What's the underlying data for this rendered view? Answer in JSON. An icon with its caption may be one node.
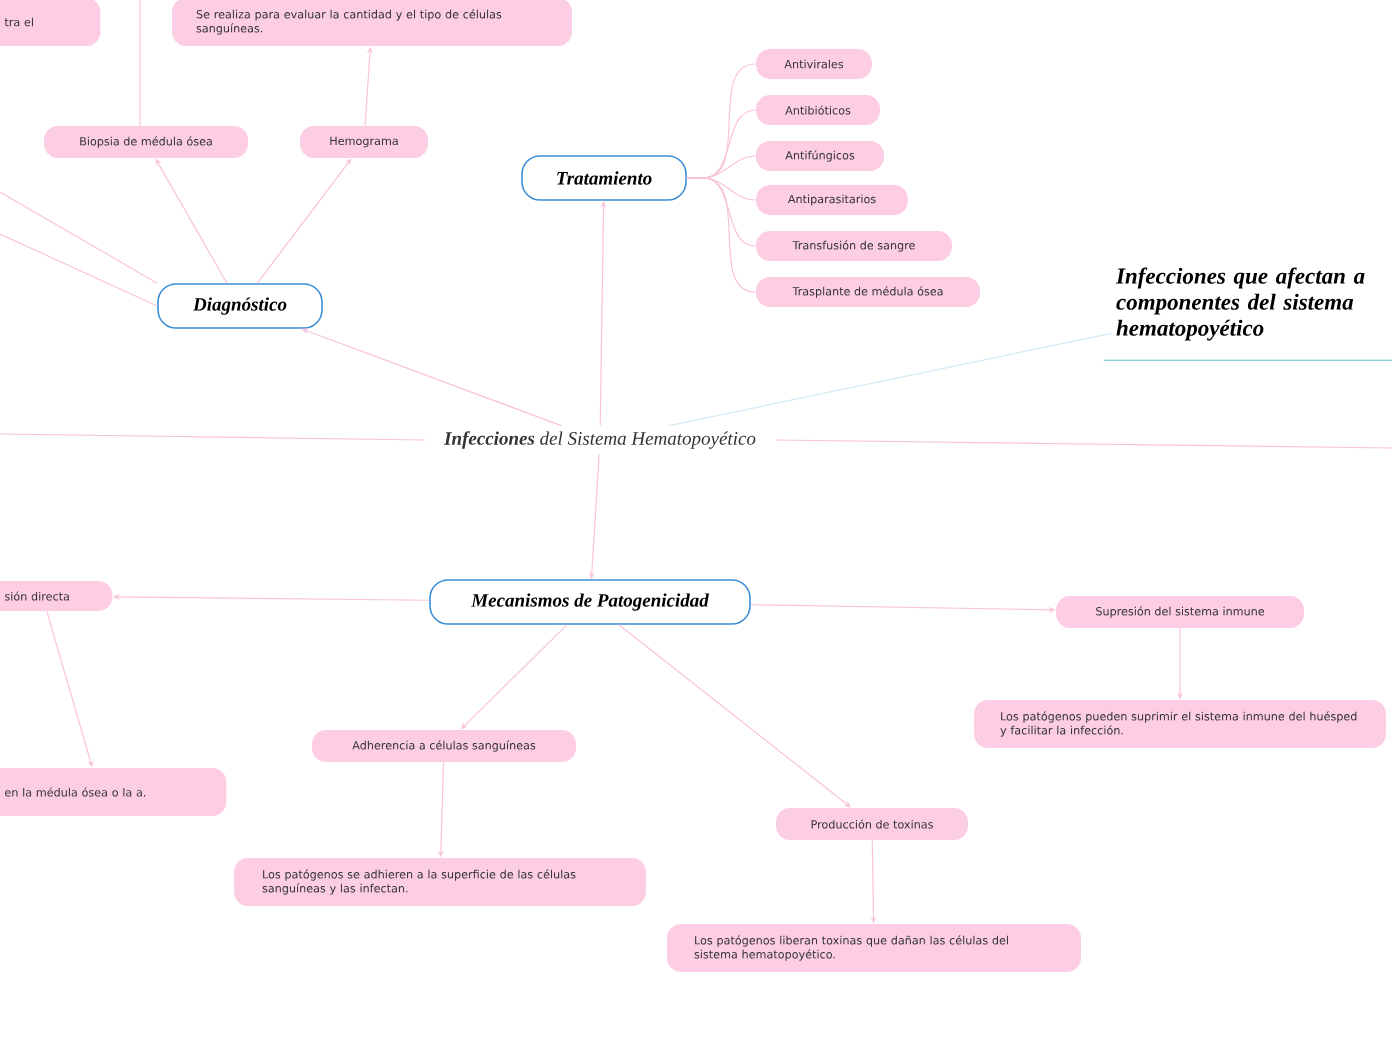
{
  "diagram": {
    "nodes": [
      {
        "text": [
          "**Infecciones** del Sistema Hematopoyético"
        ]
      },
      {
        "text": [
          "Diagnóstico"
        ]
      },
      {
        "text": [
          "Biopsia de médula ósea"
        ]
      },
      {
        "text": [
          "Hemograma"
        ]
      },
      {
        "text": [
          "Se realiza para evaluar la cantidad y el tipo de células sanguíneas."
        ]
      },
      {
        "text": [
          "tra el"
        ]
      },
      {
        "text": [
          "Tratamiento"
        ]
      },
      {
        "text": [
          "Antivirales"
        ]
      },
      {
        "text": [
          "Antibióticos"
        ]
      },
      {
        "text": [
          "Antifúngicos"
        ]
      },
      {
        "text": [
          "Antiparasitarios"
        ]
      },
      {
        "text": [
          "Transfusión de sangre"
        ]
      },
      {
        "text": [
          "Trasplante de médula ósea"
        ]
      },
      {
        "text": [
          "Infecciones que afectan a componentes del sistema hematopoyético"
        ]
      },
      {
        "text": [
          "Mecanismos de Patogenicidad"
        ]
      },
      {
        "text": [
          "sión directa"
        ]
      },
      {
        "text": [
          "en la médula ósea o la a."
        ]
      },
      {
        "text": [
          "Adherencia a células sanguíneas"
        ]
      },
      {
        "text": [
          "Los patógenos se adhieren a la superficie de las células sanguíneas y las infectan."
        ]
      },
      {
        "text": [
          "Producción de toxinas"
        ]
      },
      {
        "text": [
          "Los patógenos liberan toxinas que dañan las células del sistema hematopoyético."
        ]
      },
      {
        "text": [
          "Supresión del sistema inmune"
        ]
      },
      {
        "text": [
          "Los patógenos pueden suprimir el sistema inmune del huésped y facilitar la infección."
        ]
      }
    ],
    "edges": [
      {
        "from": 0,
        "to": 1,
        "arrow": "to"
      },
      {
        "from": 1,
        "to": 2,
        "arrow": "to"
      },
      {
        "from": 1,
        "to": 3,
        "arrow": "to"
      },
      {
        "from": 3,
        "to": 4,
        "arrow": "to"
      },
      {
        "from": 2,
        "to": null,
        "arrow": "none"
      },
      {
        "from": 1,
        "to": null,
        "arrow": "none"
      },
      {
        "from": 1,
        "to": null,
        "arrow": "none"
      },
      {
        "from": 0,
        "to": 6,
        "arrow": "to"
      },
      {
        "from": 6,
        "to": 7,
        "arrow": "none"
      },
      {
        "from": 6,
        "to": 8,
        "arrow": "none"
      },
      {
        "from": 6,
        "to": 9,
        "arrow": "none"
      },
      {
        "from": 6,
        "to": 10,
        "arrow": "none"
      },
      {
        "from": 6,
        "to": 11,
        "arrow": "none"
      },
      {
        "from": 6,
        "to": 12,
        "arrow": "none"
      },
      {
        "from": 0,
        "to": 13,
        "arrow": "none",
        "color": "#d3ebf3"
      },
      {
        "from": 0,
        "to": null,
        "arrow": "none"
      },
      {
        "from": 0,
        "to": null,
        "arrow": "none"
      },
      {
        "from": 0,
        "to": 14,
        "arrow": "to"
      },
      {
        "from": 14,
        "to": 15,
        "arrow": "to"
      },
      {
        "from": 15,
        "to": 16,
        "arrow": "to"
      },
      {
        "from": 14,
        "to": 17,
        "arrow": "to"
      },
      {
        "from": 17,
        "to": 18,
        "arrow": "to"
      },
      {
        "from": 14,
        "to": 19,
        "arrow": "to"
      },
      {
        "from": 19,
        "to": 20,
        "arrow": "to"
      },
      {
        "from": 14,
        "to": 21,
        "arrow": "to"
      },
      {
        "from": 21,
        "to": 22,
        "arrow": "to"
      }
    ]
  }
}
